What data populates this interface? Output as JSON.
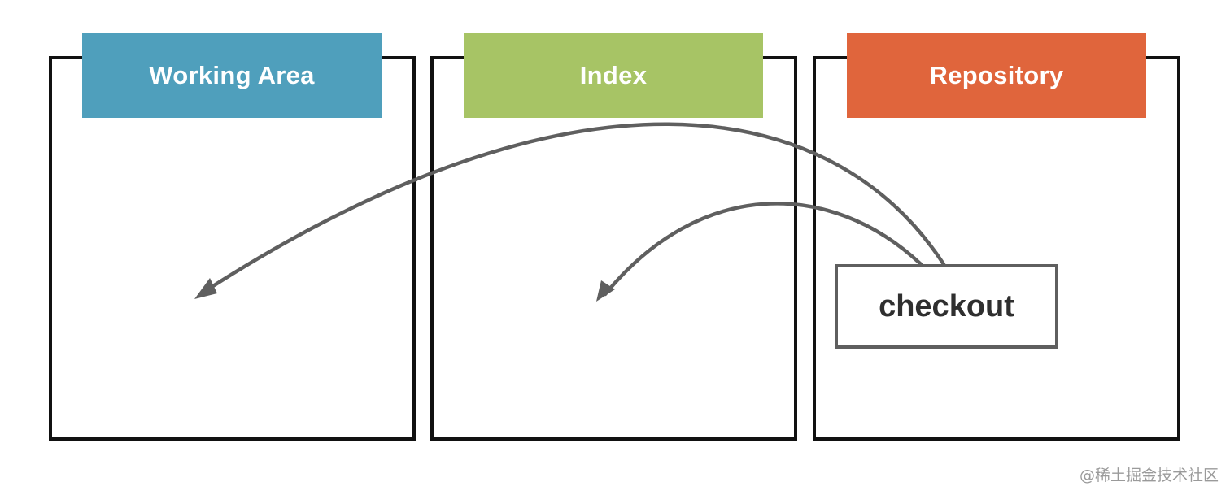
{
  "zones": {
    "working": {
      "label": "Working Area",
      "color": "#4f9fbc"
    },
    "index": {
      "label": "Index",
      "color": "#a7c465"
    },
    "repository": {
      "label": "Repository",
      "color": "#e0653c"
    }
  },
  "command": {
    "label": "checkout"
  },
  "arrows": [
    {
      "from": "checkout",
      "to": "working-area"
    },
    {
      "from": "checkout",
      "to": "index"
    }
  ],
  "colors": {
    "border": "#111111",
    "arrow": "#5f5f5f",
    "command_text": "#2f2f2f"
  },
  "watermark": "@稀土掘金技术社区"
}
